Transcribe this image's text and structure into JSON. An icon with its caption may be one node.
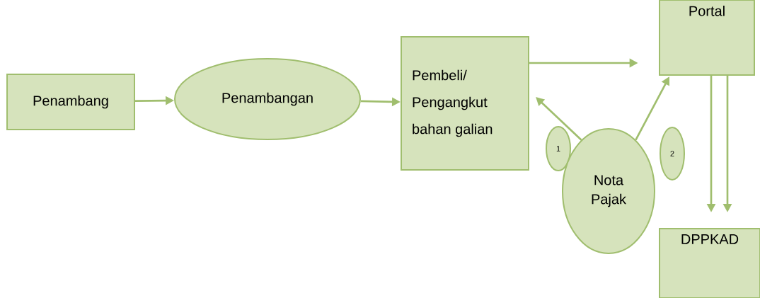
{
  "diagram": {
    "nodes": [
      {
        "text": [
          "Penambang"
        ]
      },
      {
        "text": [
          "Penambangan"
        ]
      },
      {
        "text": [
          "Pembeli/ Pengangkut bahan galian"
        ]
      },
      {
        "text": [
          "Portal"
        ]
      },
      {
        "text": [
          "1"
        ]
      },
      {
        "text": [
          "Nota Pajak"
        ]
      },
      {
        "text": [
          "2"
        ]
      },
      {
        "text": [
          "DPPKAD"
        ]
      }
    ],
    "edges": [
      {
        "from": 0,
        "to": 1,
        "arrow": "to"
      },
      {
        "from": 1,
        "to": 2,
        "arrow": "to"
      },
      {
        "from": 2,
        "to": 3,
        "arrow": "to"
      },
      {
        "from": 5,
        "to": 2,
        "arrow": "to"
      },
      {
        "from": 5,
        "to": 3,
        "arrow": "to"
      },
      {
        "from": 3,
        "to": 7,
        "arrow": "to"
      },
      {
        "from": 3,
        "to": 7,
        "arrow": "to"
      }
    ]
  }
}
